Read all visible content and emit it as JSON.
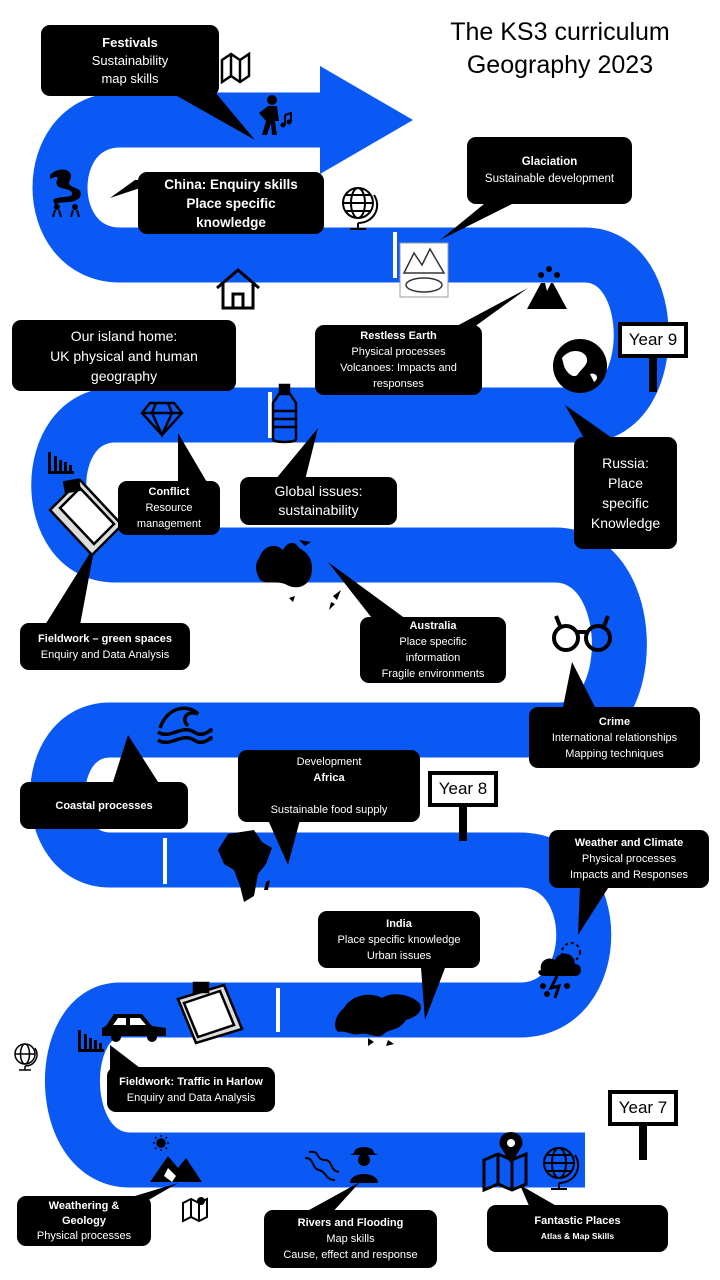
{
  "title": {
    "line1": "The KS3 curriculum",
    "line2": "Geography 2023"
  },
  "year_signs": [
    "Year 9",
    "Year 8",
    "Year 7"
  ],
  "topics": {
    "festivals": {
      "title": "Festivals",
      "lines": [
        "Sustainability",
        "map skills"
      ]
    },
    "china": {
      "lines": [
        "China: Enquiry skills",
        "Place specific",
        "knowledge"
      ]
    },
    "glaciation": {
      "title": "Glaciation",
      "lines": [
        "Sustainable development"
      ]
    },
    "island": {
      "lines": [
        "Our island home:",
        "UK physical and human",
        "geography"
      ]
    },
    "restless": {
      "title": "Restless Earth",
      "lines": [
        "Physical processes",
        "Volcanoes: Impacts and",
        "responses"
      ]
    },
    "russia": {
      "lines": [
        "Russia:",
        "Place",
        "specific",
        "Knowledge"
      ]
    },
    "conflict": {
      "title": "Conflict",
      "lines": [
        "Resource",
        "management"
      ]
    },
    "global": {
      "lines": [
        "Global issues:",
        "sustainability"
      ]
    },
    "fieldwork_green": {
      "title": "Fieldwork – green spaces",
      "lines": [
        "Enquiry and Data Analysis"
      ]
    },
    "australia": {
      "title": "Australia",
      "lines": [
        "Place specific",
        "information",
        "Fragile environments"
      ]
    },
    "crime": {
      "title": "Crime",
      "lines": [
        "International relationships",
        "Mapping techniques"
      ]
    },
    "coastal": {
      "title": "Coastal processes"
    },
    "development": {
      "line1": "Development",
      "title": "Africa",
      "line3": "Sustainable food supply"
    },
    "weather": {
      "title": "Weather and Climate",
      "lines": [
        "Physical processes",
        "Impacts and Responses"
      ]
    },
    "india": {
      "title": "India",
      "lines": [
        "Place specific knowledge",
        "Urban issues"
      ]
    },
    "traffic": {
      "title": "Fieldwork: Traffic in Harlow",
      "lines": [
        "Enquiry and Data Analysis"
      ]
    },
    "weathering": {
      "title": "Weathering &",
      "title2": "Geology",
      "lines": [
        "Physical processes"
      ]
    },
    "rivers": {
      "title": "Rivers and Flooding",
      "lines": [
        "Map skills",
        "Cause, effect and response"
      ]
    },
    "fantastic": {
      "title": "Fantastic Places",
      "sub": "Atlas & Map Skills"
    }
  },
  "colors": {
    "road": "#0a59f5",
    "box": "#000000",
    "dash": "#ffffff"
  },
  "icons": [
    "map-icon",
    "dancer-icon",
    "dragon-icon",
    "globe-icon",
    "glacier-icon",
    "volcano-icon",
    "house-icon",
    "world-globe-icon",
    "diamond-icon",
    "bottle-icon",
    "bar-chart-icon",
    "clipboard-icon",
    "australia-icon",
    "handcuffs-icon",
    "wave-icon",
    "africa-icon",
    "storm-icon",
    "car-icon",
    "asia-icon",
    "mountain-icon",
    "river-icon",
    "firefighter-icon",
    "location-pin-icon"
  ]
}
